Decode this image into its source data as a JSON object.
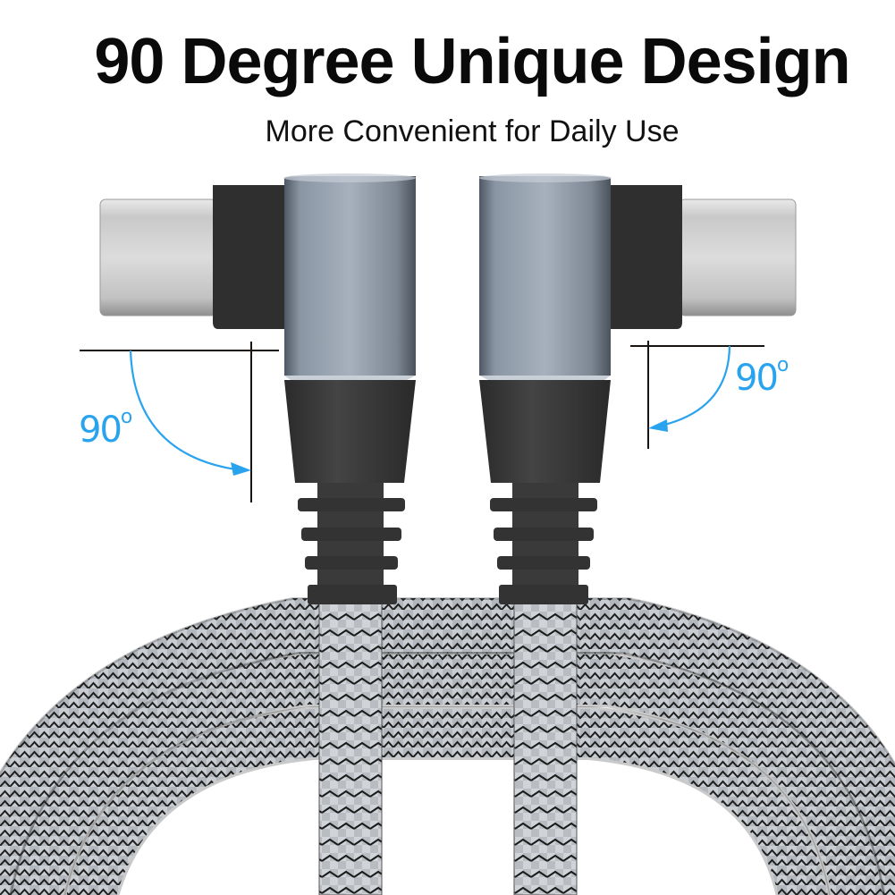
{
  "header": {
    "title": "90 Degree Unique Design",
    "subtitle": "More Convenient for Daily Use"
  },
  "annotations": {
    "left_angle": {
      "value": "90",
      "unit": "o"
    },
    "right_angle": {
      "value": "90",
      "unit": "o"
    }
  },
  "product": {
    "type": "USB-C to USB-C braided cable with 90-degree right-angle connectors",
    "connectors": [
      "left-usb-c-right-angle",
      "right-usb-c-right-angle"
    ]
  },
  "colors": {
    "accent_blue": "#2aa3ef",
    "housing_gray": "#7c8794",
    "boot_black": "#3a3a3a",
    "usb_plug_silver": "#d9d9d9",
    "braid_gray": "#a8adb3",
    "text": "#0a0a0a"
  }
}
